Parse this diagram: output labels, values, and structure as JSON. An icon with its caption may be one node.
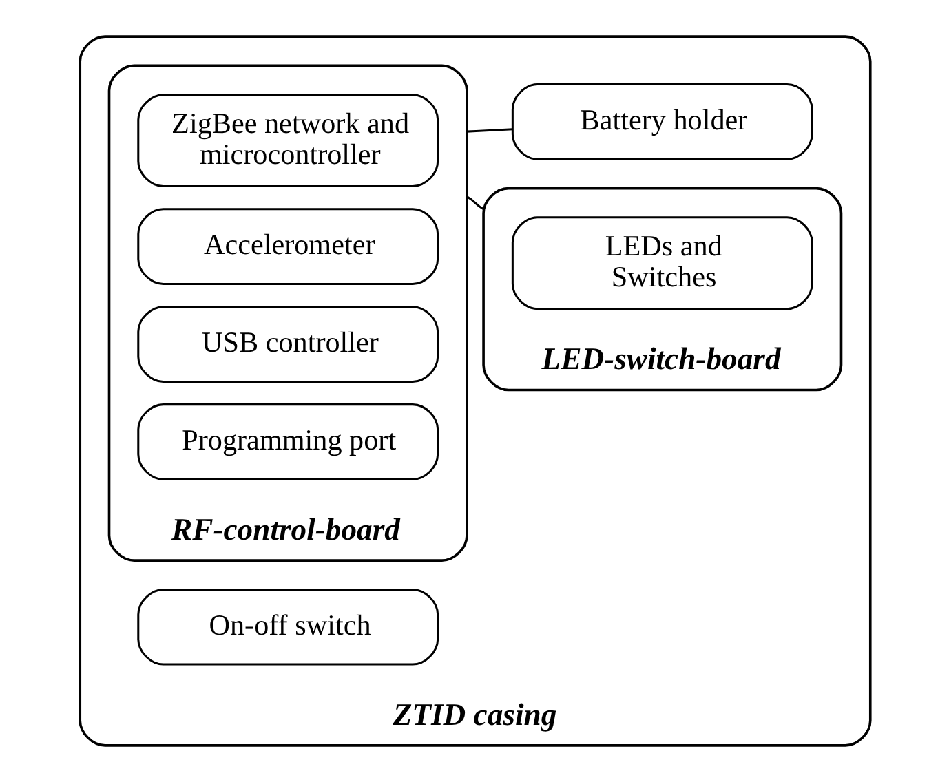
{
  "diagram": {
    "nodes": [
      {
        "text": [
          "ZTID casing"
        ]
      },
      {
        "text": [
          "RF-control-board"
        ],
        "in": 0
      },
      {
        "text": [
          "ZigBee network and microcontroller"
        ],
        "in": 1
      },
      {
        "text": [
          "Accelerometer"
        ],
        "in": 1
      },
      {
        "text": [
          "USB controller"
        ],
        "in": 1
      },
      {
        "text": [
          "Programming port"
        ],
        "in": 1
      },
      {
        "text": [
          "LED-switch-board"
        ],
        "in": 0
      },
      {
        "text": [
          "LEDs and Switches"
        ],
        "in": 6
      },
      {
        "text": [
          "Battery holder"
        ],
        "in": 0
      },
      {
        "text": [
          "On-off switch"
        ],
        "in": 0
      }
    ],
    "edges": [
      {
        "from": 1,
        "to": 6,
        "arrow": "none"
      },
      {
        "from": 1,
        "to": 8,
        "arrow": "none"
      }
    ]
  }
}
